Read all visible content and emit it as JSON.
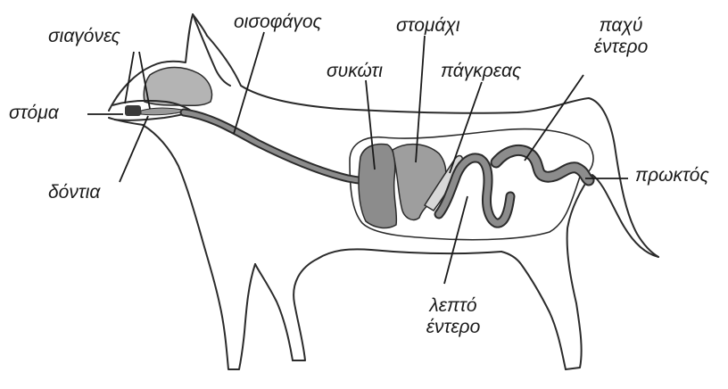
{
  "labels": {
    "jaws": "σιαγόνες",
    "mouth": "στόμα",
    "teeth": "δόντια",
    "esophagus": "οισοφάγος",
    "liver": "συκώτι",
    "stomach": "στομάχι",
    "pancreas": "πάγκρεας",
    "large_intestine_1": "παχύ",
    "large_intestine_2": "έντερο",
    "anus": "πρωκτός",
    "small_intestine_1": "λεπτό",
    "small_intestine_2": "έντερο"
  },
  "colors": {
    "outline": "#2b2b2b",
    "organ_gray": "#8c8c8c",
    "organ_light": "#b4b4b4",
    "organ_dark": "#6e6e6e",
    "background": "#ffffff"
  }
}
